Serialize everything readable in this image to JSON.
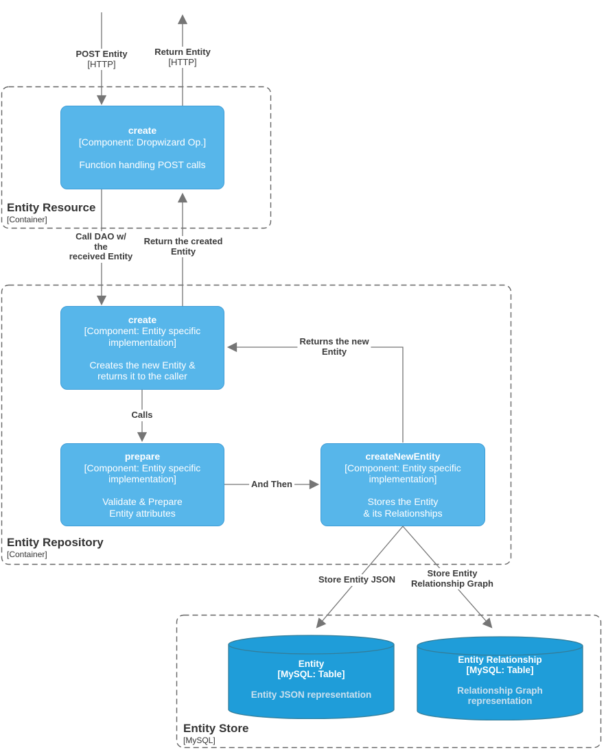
{
  "colors": {
    "component_fill": "#57B6EA",
    "component_border": "#3E9CD6",
    "component_text": "#FFFFFF",
    "db_fill": "#1F9DD9",
    "db_border": "#337E9B",
    "db_text": "#FFFFFF",
    "db_subtext": "#CBE0EE",
    "edge_line": "#757575",
    "edge_label_text": "#3B3B3B",
    "container_border": "#666666",
    "container_text": "#333333",
    "background": "#FFFFFF"
  },
  "containers": {
    "resource": {
      "title": "Entity Resource",
      "subtitle": "[Container]"
    },
    "repository": {
      "title": "Entity Repository",
      "subtitle": "[Container]"
    },
    "store": {
      "title": "Entity Store",
      "subtitle": "[MySQL]"
    }
  },
  "components": {
    "resource_create": {
      "title": "create",
      "meta": [
        "[Component: Dropwizard Op.]"
      ],
      "desc": [
        "Function handling POST calls"
      ]
    },
    "repo_create": {
      "title": "create",
      "meta": [
        "[Component: Entity specific",
        "implementation]"
      ],
      "desc": [
        "Creates the new Entity &",
        "returns it to the caller"
      ]
    },
    "repo_prepare": {
      "title": "prepare",
      "meta": [
        "[Component: Entity specific",
        "implementation]"
      ],
      "desc": [
        "Validate & Prepare",
        "Entity attributes"
      ]
    },
    "repo_create_new_entity": {
      "title": "createNewEntity",
      "meta": [
        "[Component: Entity specific",
        "implementation]"
      ],
      "desc": [
        "Stores the Entity",
        "& its Relationships"
      ]
    }
  },
  "databases": {
    "entity": {
      "title": "Entity",
      "meta": "[MySQL: Table]",
      "desc": [
        "Entity JSON representation"
      ]
    },
    "entity_relationship": {
      "title": "Entity Relationship",
      "meta": "[MySQL: Table]",
      "desc": [
        "Relationship Graph",
        "representation"
      ]
    }
  },
  "edges": {
    "post_entity": {
      "label": "POST Entity",
      "tech": "[HTTP]"
    },
    "return_entity": {
      "label": "Return Entity",
      "tech": "[HTTP]"
    },
    "call_dao": {
      "lines": [
        "Call DAO w/",
        "the",
        "received Entity"
      ]
    },
    "return_created": {
      "lines": [
        "Return the created",
        "Entity"
      ]
    },
    "calls": {
      "label": "Calls"
    },
    "and_then": {
      "label": "And Then"
    },
    "returns_new": {
      "lines": [
        "Returns the new",
        "Entity"
      ]
    },
    "store_json": {
      "label": "Store Entity JSON"
    },
    "store_graph": {
      "lines": [
        "Store Entity",
        "Relationship Graph"
      ]
    }
  }
}
